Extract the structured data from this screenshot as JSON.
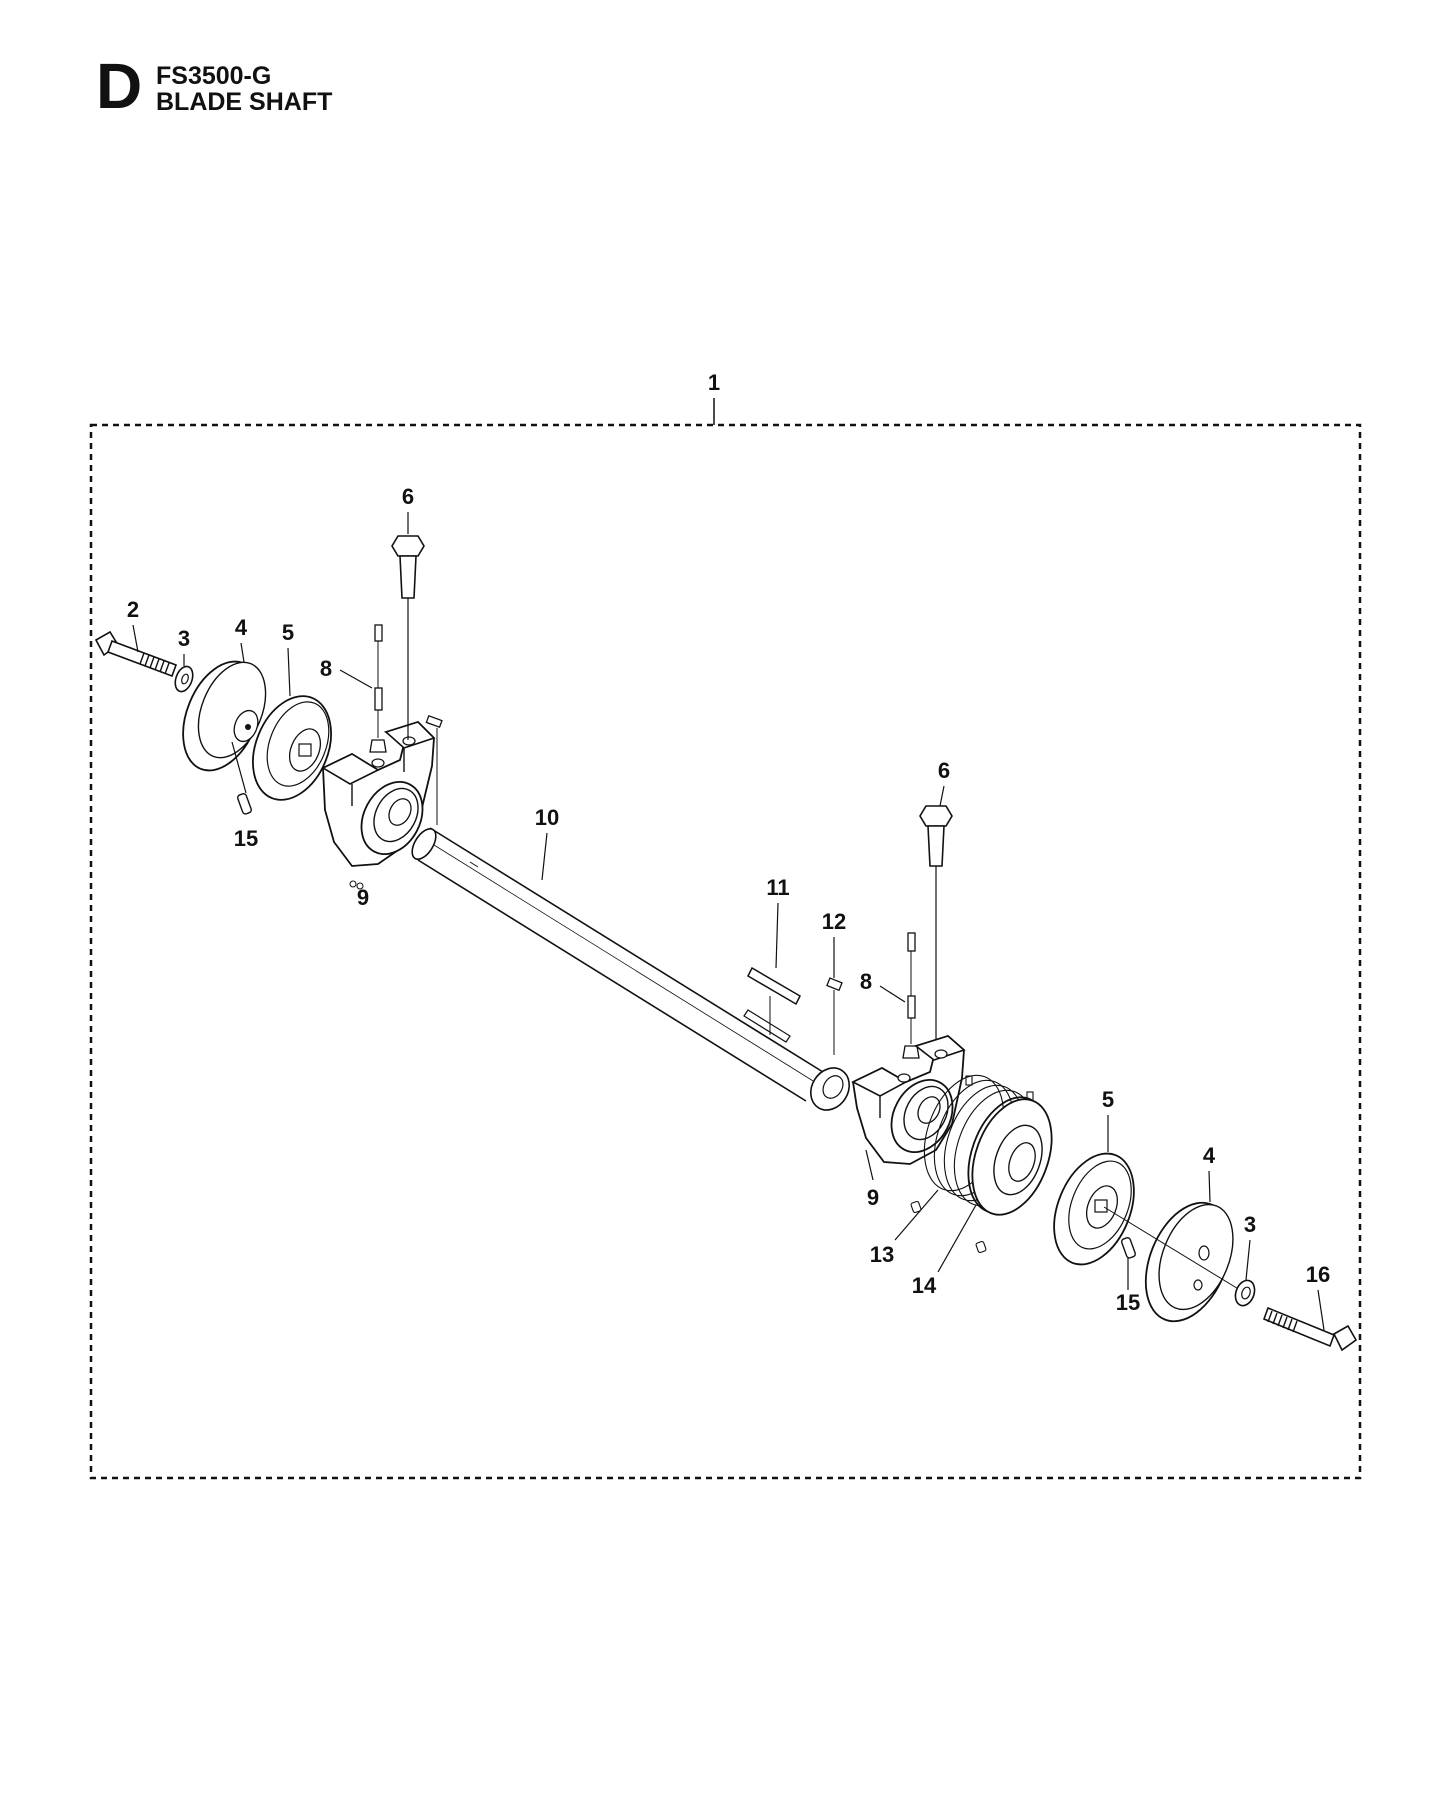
{
  "header": {
    "section_letter": "D",
    "model": "FS3500-G",
    "title": "BLADE SHAFT"
  },
  "callouts": {
    "assembly": "1",
    "bolt_left": "2",
    "washer_left": "3",
    "flange_outer_left": "4",
    "flange_inner_left": "5",
    "bolt_top_left": "6",
    "grease_nipple_left": "8",
    "bearing_left": "9",
    "pin_left": "15",
    "shaft": "10",
    "key_long": "11",
    "key_short": "12",
    "bolt_top_right": "6",
    "grease_nipple_right": "8",
    "bearing_right": "9",
    "set_screw": "13",
    "pulley": "14",
    "flange_inner_right": "5",
    "flange_outer_right": "4",
    "washer_right": "3",
    "pin_right": "15",
    "bolt_right": "16"
  }
}
